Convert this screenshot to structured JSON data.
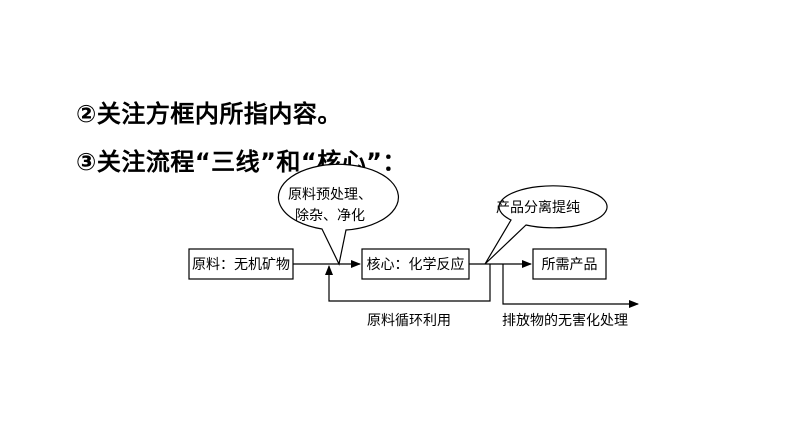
{
  "headings": {
    "focus_box": "②关注方框内所指内容。",
    "focus_lines": "③关注流程“三线”和“核心”："
  },
  "diagram": {
    "raw_material_box": "原料：无机矿物",
    "core_box": "核心：化学反应",
    "product_box": "所需产品",
    "pretreat_bubble_line1": "原料预处理、",
    "pretreat_bubble_line2": "除杂、净化",
    "separation_bubble": "产品分离提纯",
    "recycle_label": "原料循环利用",
    "waste_label": "排放物的无害化处理"
  }
}
